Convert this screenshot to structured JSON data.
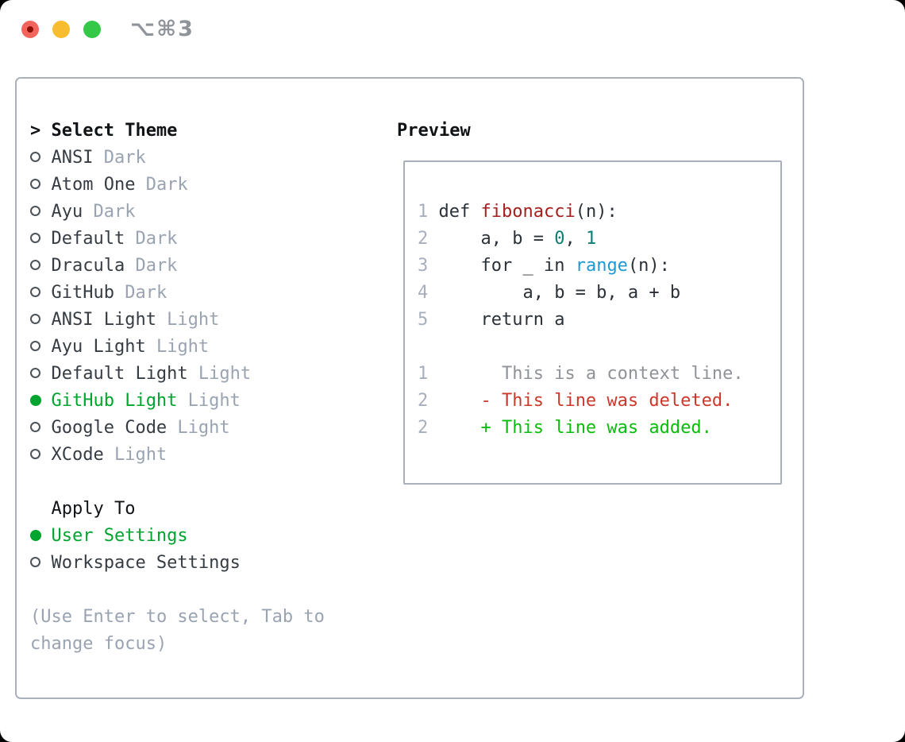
{
  "titlebar": {
    "title": "⌥⌘3",
    "buttons": [
      "close",
      "minimize",
      "zoom"
    ]
  },
  "panel": {
    "header": {
      "prompt": ">",
      "label": "Select Theme"
    },
    "themes": [
      {
        "label": "ANSI",
        "variant": "Dark",
        "selected": false
      },
      {
        "label": "Atom One",
        "variant": "Dark",
        "selected": false
      },
      {
        "label": "Ayu",
        "variant": "Dark",
        "selected": false
      },
      {
        "label": "Default",
        "variant": "Dark",
        "selected": false
      },
      {
        "label": "Dracula",
        "variant": "Dark",
        "selected": false
      },
      {
        "label": "GitHub",
        "variant": "Dark",
        "selected": false
      },
      {
        "label": "ANSI Light",
        "variant": "Light",
        "selected": false
      },
      {
        "label": "Ayu Light",
        "variant": "Light",
        "selected": false
      },
      {
        "label": "Default Light",
        "variant": "Light",
        "selected": false
      },
      {
        "label": "GitHub Light",
        "variant": "Light",
        "selected": true
      },
      {
        "label": "Google Code",
        "variant": "Light",
        "selected": false
      },
      {
        "label": "XCode",
        "variant": "Light",
        "selected": false
      }
    ],
    "apply_to": {
      "label": "Apply To",
      "options": [
        {
          "label": "User Settings",
          "selected": true
        },
        {
          "label": "Workspace Settings",
          "selected": false
        }
      ]
    },
    "hint_lines": [
      "(Use Enter to select, Tab to",
      "change focus)"
    ]
  },
  "preview": {
    "title": "Preview",
    "lines": [
      {
        "num": "1",
        "pad": " ",
        "segments": [
          [
            "plain",
            "def "
          ],
          [
            "func",
            "fibonacci"
          ],
          [
            "plain",
            "(n):"
          ]
        ]
      },
      {
        "num": "2",
        "pad": "     ",
        "segments": [
          [
            "plain",
            "a, b = "
          ],
          [
            "numlit",
            "0"
          ],
          [
            "plain",
            ", "
          ],
          [
            "numlit",
            "1"
          ]
        ]
      },
      {
        "num": "3",
        "pad": "     ",
        "segments": [
          [
            "plain",
            "for _ in "
          ],
          [
            "builtin",
            "range"
          ],
          [
            "plain",
            "(n):"
          ]
        ]
      },
      {
        "num": "4",
        "pad": "         ",
        "segments": [
          [
            "plain",
            "a, b = b, a + b"
          ]
        ]
      },
      {
        "num": "5",
        "pad": "     ",
        "segments": [
          [
            "plain",
            "return a"
          ]
        ]
      },
      {
        "num": "",
        "pad": "",
        "segments": []
      },
      {
        "num": "1",
        "pad": "       ",
        "segments": [
          [
            "context",
            "This is a context line."
          ]
        ]
      },
      {
        "num": "2",
        "pad": "     ",
        "segments": [
          [
            "deleted",
            "- This line was deleted."
          ]
        ]
      },
      {
        "num": "2",
        "pad": "     ",
        "segments": [
          [
            "added",
            "+ This line was added."
          ]
        ]
      }
    ]
  },
  "colors": {
    "border": "#a9b0ba",
    "heading": "#101316",
    "list_text": "#363c43",
    "muted": "#9aa3b2",
    "circle": "#4d5358",
    "green_sel": "#00a42e",
    "green_added": "#0abd0d",
    "red_deleted": "#cb392b",
    "red_func": "#a51f1f",
    "teal_num": "#0e7d73",
    "blue_builtin": "#1e9ad3",
    "code_text": "#2b3138",
    "lineno": "#a7afbe",
    "gray_context": "#8f9398",
    "title_gray": "#8e9499",
    "tl_red": "#f2655c",
    "tl_red_dot": "#8c0e06",
    "tl_yellow": "#f8bd2f",
    "tl_green": "#34c748"
  }
}
